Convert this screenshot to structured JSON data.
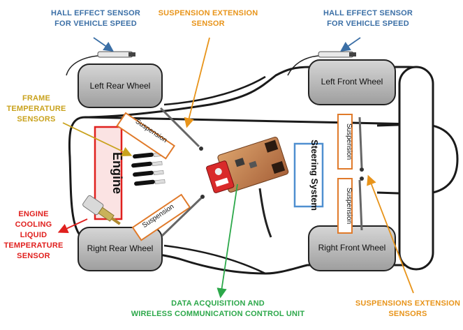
{
  "labels": {
    "hall_left": [
      "HALL EFFECT SENSOR",
      "FOR VEHICLE SPEED"
    ],
    "hall_right": [
      "HALL EFFECT SENSOR",
      "FOR VEHICLE SPEED"
    ],
    "susp_ext_top": [
      "SUSPENSION EXTENSION",
      "SENSOR"
    ],
    "frame_temp": [
      "FRAME",
      "TEMPERATURE",
      "SENSORS"
    ],
    "engine_cool": [
      "ENGINE COOLING",
      "LIQUID",
      "TEMPERATURE",
      "SENSOR"
    ],
    "daq": [
      "DATA ACQUISITION AND",
      "WIRELESS COMMUNICATION CONTROL UNIT"
    ],
    "susp_ext_bottom": [
      "SUSPENSIONS EXTENSION",
      "SENSORS"
    ]
  },
  "components": {
    "wheel_lr": "Left Rear Wheel",
    "wheel_rr": "Right Rear Wheel",
    "wheel_lf": "Left Front Wheel",
    "wheel_rf": "Right Front Wheel",
    "engine": "Engine",
    "steering": "Steering System",
    "suspension": "Suspension"
  },
  "colors": {
    "blue": "#3b6fa6",
    "orange": "#e8941a",
    "gold": "#c9a21c",
    "red": "#e0201e",
    "green": "#2ca84a",
    "wheel_fill": "#b9b9b9",
    "engine_border": "#e0201e",
    "steering_border": "#4f8fd0",
    "suspension_border": "#e07a2a"
  }
}
